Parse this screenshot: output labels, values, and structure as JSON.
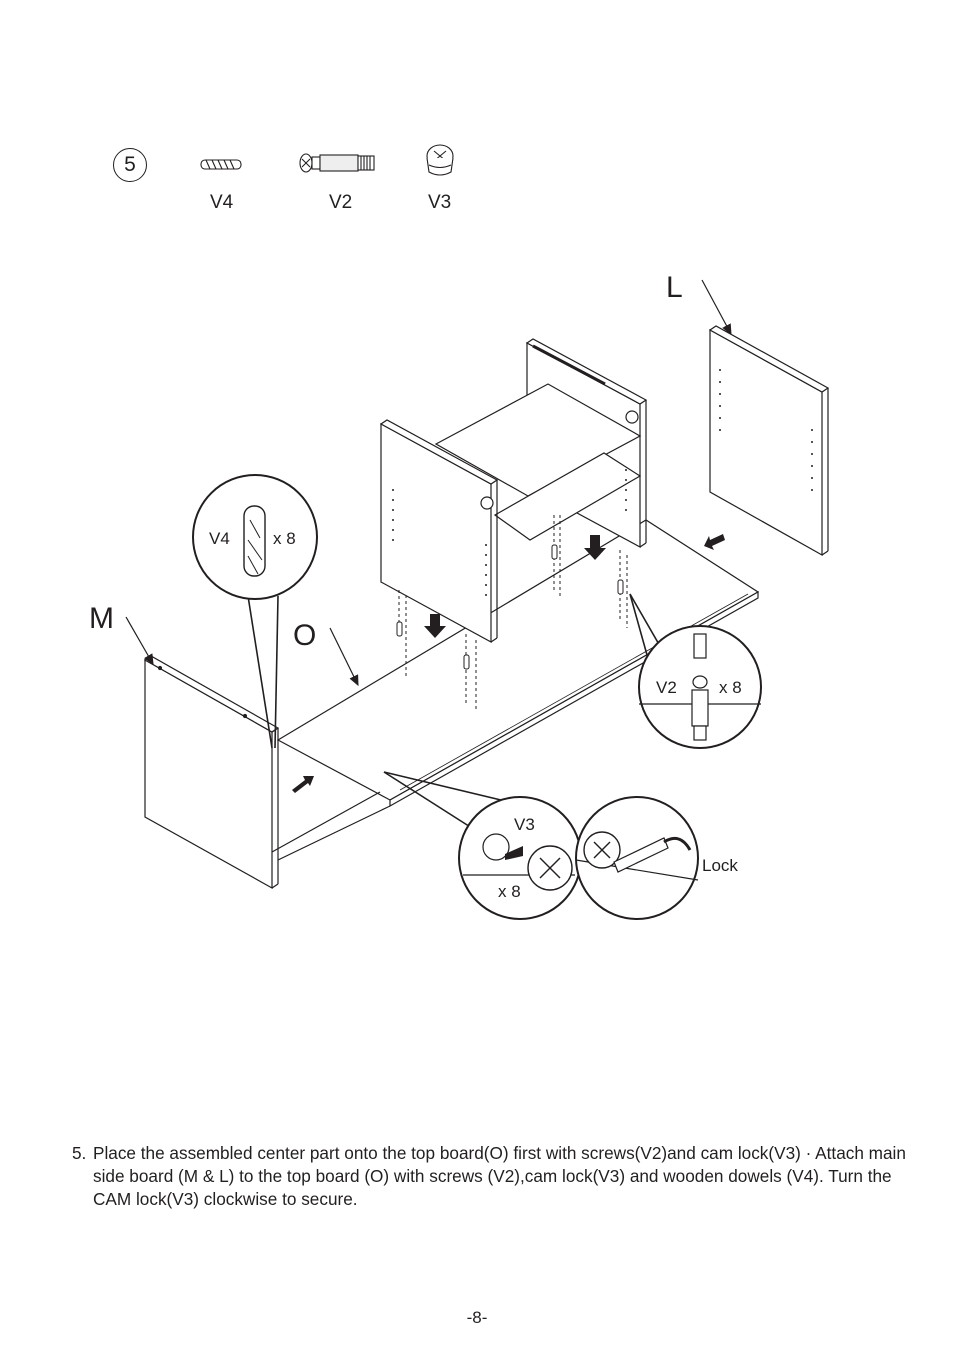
{
  "parts_header": {
    "step_number": "5",
    "parts": [
      {
        "icon": "wooden-dowel-icon",
        "label": "V4"
      },
      {
        "icon": "screw-bolt-icon",
        "label": "V2"
      },
      {
        "icon": "cam-lock-icon",
        "label": "V3"
      }
    ]
  },
  "diagram": {
    "panel_labels": {
      "left_side": "M",
      "top_board": "O",
      "right_side": "L"
    },
    "callouts": {
      "dowel": {
        "part": "V4",
        "qty": "x 8"
      },
      "screw": {
        "part": "V2",
        "qty": "x 8"
      },
      "cam": {
        "part": "V3",
        "qty": "x 8"
      },
      "lock": {
        "label": "Lock"
      }
    }
  },
  "instructions": {
    "number": "5.",
    "text": "Place the assembled center part onto the top board(O) first with screws(V2)and cam lock(V3) · Attach main side board (M & L) to the top board (O) with screws (V2),cam lock(V3) and wooden dowels (V4). Turn the CAM lock(V3) clockwise to secure."
  },
  "page_number": "-8-"
}
